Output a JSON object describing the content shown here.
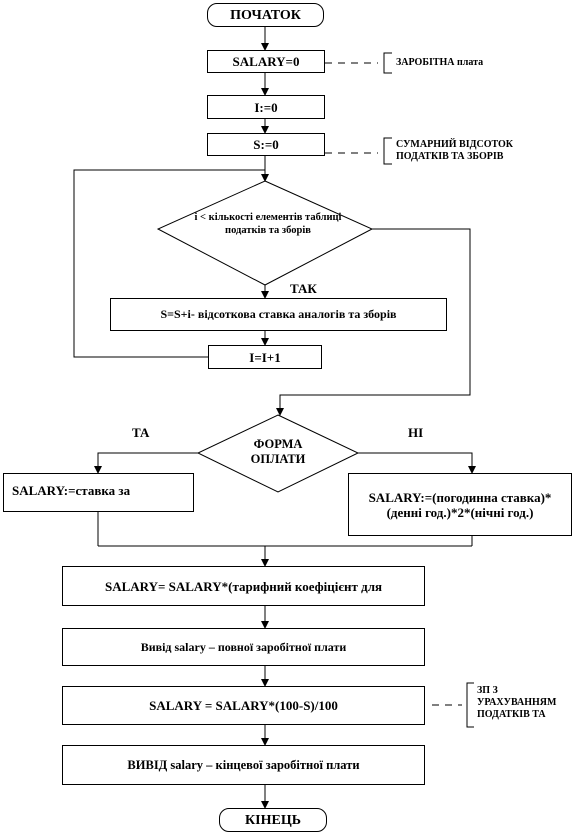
{
  "start": "ПОЧАТОК",
  "end": "КІНЕЦЬ",
  "salary_init": "SALARY=0",
  "i_init": "I:=0",
  "s_init": "S:=0",
  "comment_salary": "ЗАРОБІТНА плата",
  "comment_s": "СУМАРНИЙ ВІДСОТОК ПОДАТКІВ ТА ЗБОРІВ",
  "loop_condition": "i < кількості елементів таблиці податків та зборів",
  "loop_yes": "ТАК",
  "s_accumulate": "S=S+i- відсоткова ставка аналогів та зборів",
  "i_increment": "I=I+1",
  "payment_condition": "ФОРМА ОПЛАТИ",
  "branch_left": "ТА",
  "branch_right": "НІ",
  "salary_left": "SALARY:=ставка за",
  "salary_right": "SALARY:=(погодинна ставка)*(денні год.)*2*(нічні год.)",
  "salary_coef": "SALARY= SALARY*(тарифний коефіцієнт для",
  "output_full": "Вивід salary – повної заробітної плати",
  "salary_tax": "SALARY = SALARY*(100-S)/100",
  "comment_tax": "ЗП З УРАХУВАННЯМ ПОДАТКІВ ТА",
  "output_final": "ВИВІД salary – кінцевої заробітної плати"
}
